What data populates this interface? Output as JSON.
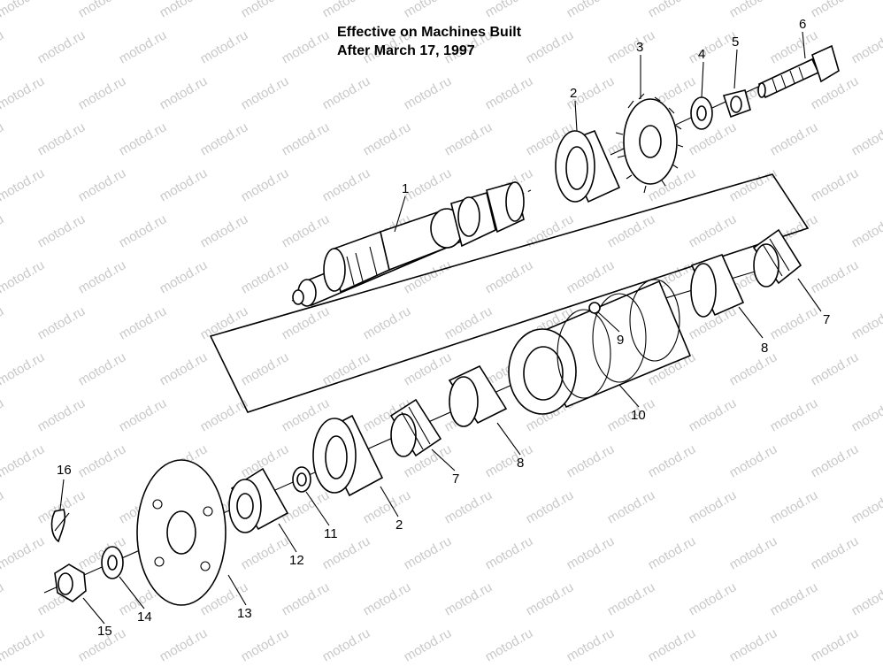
{
  "title": {
    "line1": "Effective on Machines Built",
    "line2": "After March 17, 1997"
  },
  "watermark": "motod.ru",
  "callouts": {
    "c1": "1",
    "c2a": "2",
    "c3": "3",
    "c4": "4",
    "c5": "5",
    "c6": "6",
    "c7a": "7",
    "c8a": "8",
    "c9": "9",
    "c10": "10",
    "c7b": "7",
    "c8b": "8",
    "c2b": "2",
    "c11": "11",
    "c12": "12",
    "c13": "13",
    "c14": "14",
    "c15": "15",
    "c16": "16"
  }
}
